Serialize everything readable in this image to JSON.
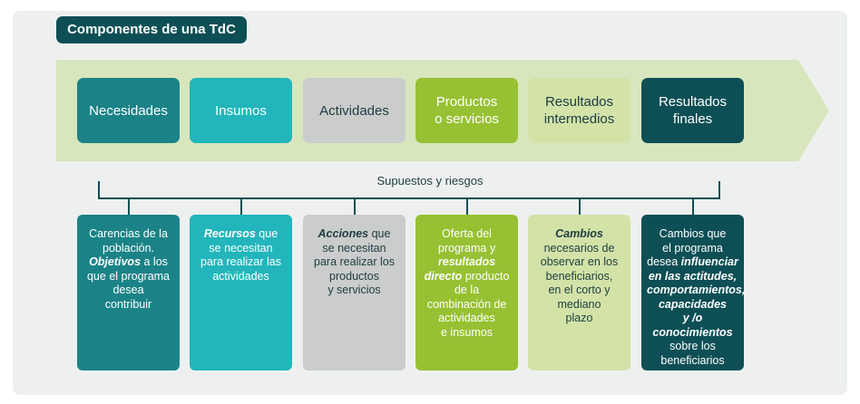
{
  "title": "Componentes de una TdC",
  "supuestos": "Supuestos y riesgos",
  "stages": [
    {
      "lines": [
        "Necesidades"
      ]
    },
    {
      "lines": [
        "Insumos"
      ]
    },
    {
      "lines": [
        "Actividades"
      ]
    },
    {
      "lines": [
        "Productos",
        "o servicios"
      ]
    },
    {
      "lines": [
        "Resultados",
        "intermedios"
      ]
    },
    {
      "lines": [
        "Resultados",
        "finales"
      ]
    }
  ],
  "descriptions": [
    [
      [
        {
          "t": "Carencias de la",
          "b": false
        }
      ],
      [
        {
          "t": "población.",
          "b": false
        }
      ],
      [
        {
          "t": "Objetivos",
          "b": true
        },
        {
          "t": " a los",
          "b": false
        }
      ],
      [
        {
          "t": "que el programa",
          "b": false
        }
      ],
      [
        {
          "t": "desea",
          "b": false
        }
      ],
      [
        {
          "t": "contribuir",
          "b": false
        }
      ]
    ],
    [
      [
        {
          "t": "Recursos",
          "b": true
        },
        {
          "t": " que",
          "b": false
        }
      ],
      [
        {
          "t": "se necesitan",
          "b": false
        }
      ],
      [
        {
          "t": "para realizar las",
          "b": false
        }
      ],
      [
        {
          "t": "actividades",
          "b": false
        }
      ]
    ],
    [
      [
        {
          "t": "Acciones",
          "b": true
        },
        {
          "t": " que",
          "b": false
        }
      ],
      [
        {
          "t": "se necesitan",
          "b": false
        }
      ],
      [
        {
          "t": "para realizar los",
          "b": false
        }
      ],
      [
        {
          "t": "productos",
          "b": false
        }
      ],
      [
        {
          "t": "y servicios",
          "b": false
        }
      ]
    ],
    [
      [
        {
          "t": "Oferta del",
          "b": false
        }
      ],
      [
        {
          "t": "programa y",
          "b": false
        }
      ],
      [
        {
          "t": "resultados",
          "b": true
        }
      ],
      [
        {
          "t": "directo",
          "b": true
        },
        {
          "t": " producto",
          "b": false
        }
      ],
      [
        {
          "t": "de la",
          "b": false
        }
      ],
      [
        {
          "t": "combinación de",
          "b": false
        }
      ],
      [
        {
          "t": "actividades",
          "b": false
        }
      ],
      [
        {
          "t": "e insumos",
          "b": false
        }
      ]
    ],
    [
      [
        {
          "t": "Cambios",
          "b": true
        }
      ],
      [
        {
          "t": "necesarios de",
          "b": false
        }
      ],
      [
        {
          "t": "observar en los",
          "b": false
        }
      ],
      [
        {
          "t": "beneficiarios,",
          "b": false
        }
      ],
      [
        {
          "t": "en el corto y",
          "b": false
        }
      ],
      [
        {
          "t": "mediano",
          "b": false
        }
      ],
      [
        {
          "t": "plazo",
          "b": false
        }
      ]
    ],
    [
      [
        {
          "t": "Cambios que",
          "b": false
        }
      ],
      [
        {
          "t": "el programa",
          "b": false
        }
      ],
      [
        {
          "t": "desea ",
          "b": false
        },
        {
          "t": "influenciar",
          "b": true
        }
      ],
      [
        {
          "t": "en las actitudes,",
          "b": true
        }
      ],
      [
        {
          "t": "comportamientos,",
          "b": true
        }
      ],
      [
        {
          "t": "capacidades",
          "b": true
        }
      ],
      [
        {
          "t": "y /o",
          "b": true
        }
      ],
      [
        {
          "t": "conocimientos",
          "b": true
        }
      ],
      [
        {
          "t": "sobre los",
          "b": false
        }
      ],
      [
        {
          "t": "beneficiarios",
          "b": false
        }
      ]
    ]
  ],
  "colors": {
    "arrow": "#d8e6bd",
    "dark_teal": "#0d4f55",
    "teal": "#1b8387",
    "turquoise": "#22b5bb",
    "gray": "#cbcccc",
    "green": "#97c132",
    "light_green": "#d3e3a8"
  }
}
